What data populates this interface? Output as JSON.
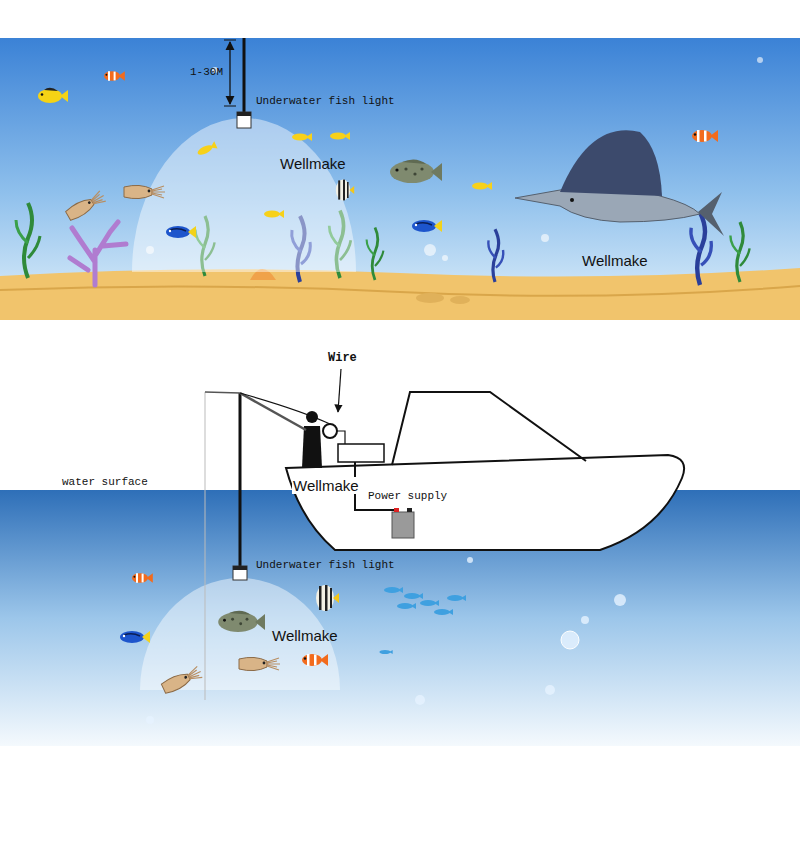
{
  "diagram": {
    "labels": [
      "1-30M",
      "Underwater fish light",
      "Wellmake",
      "Wellmake",
      "Wire",
      "water surface",
      "Wellmake",
      "Power supply",
      "Underwater fish light",
      "Wellmake"
    ]
  }
}
